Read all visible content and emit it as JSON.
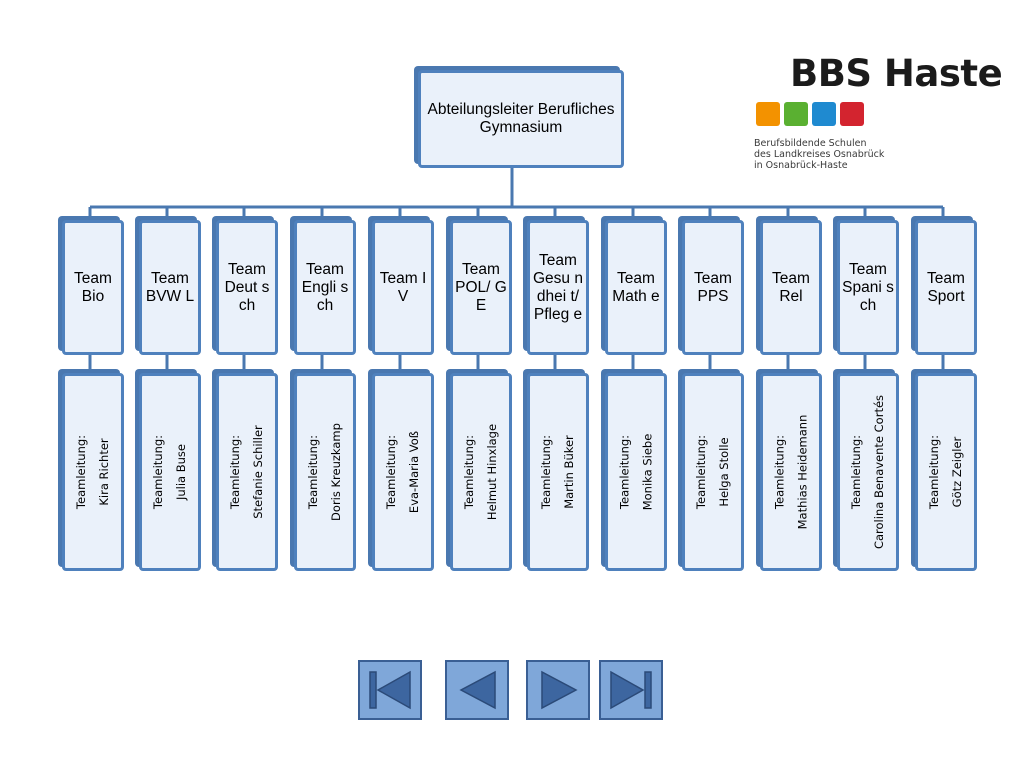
{
  "brand": {
    "name": "BBS Haste",
    "subtitle_lines": [
      "Berufsbildende Schulen",
      "des Landkreises Osnabrück",
      "in Osnabrück-Haste"
    ],
    "square_colors": [
      "#f39200",
      "#5ab031",
      "#1f8ad0",
      "#d3242f"
    ]
  },
  "root": {
    "label": "Abteilungsleiter Berufliches Gymnasium"
  },
  "teams": [
    {
      "name": "Team Bio",
      "lead_label": "Teamleitung:",
      "lead_name": "Kira Richter"
    },
    {
      "name": "Team BVW L",
      "lead_label": "Teamleitung:",
      "lead_name": "Julia Buse"
    },
    {
      "name": "Team Deut sch",
      "lead_label": "Teamleitung:",
      "lead_name": "Stefanie Schiller"
    },
    {
      "name": "Team Engli sch",
      "lead_label": "Teamleitung:",
      "lead_name": "Doris Kreuzkamp"
    },
    {
      "name": "Team IV",
      "lead_label": "Teamleitung:",
      "lead_name": "Eva-Maria Voß"
    },
    {
      "name": "Team POL/ GE",
      "lead_label": "Teamleitung:",
      "lead_name": "Helmut Hinxlage"
    },
    {
      "name": "Team Gesu ndhei t/ Pfleg e",
      "lead_label": "Teamleitung:",
      "lead_name": "Martin Büker"
    },
    {
      "name": "Team Math e",
      "lead_label": "Teamleitung:",
      "lead_name": "Monika Siebe"
    },
    {
      "name": "Team PPS",
      "lead_label": "Teamleitung:",
      "lead_name": "Helga Stolle"
    },
    {
      "name": "Team Rel",
      "lead_label": "Teamleitung:",
      "lead_name": "Mathias Heidemann"
    },
    {
      "name": "Team Spani sch",
      "lead_label": "Teamleitung:",
      "lead_name": "Carolina Benavente Cortés"
    },
    {
      "name": "Team Sport",
      "lead_label": "Teamleitung:",
      "lead_name": "Götz Zeigler"
    }
  ],
  "colors": {
    "box_border": "#4f81bd",
    "box_fill": "#eaf1fa",
    "nav_fill": "#7fa7d9",
    "nav_border": "#3a5f94",
    "nav_icon": "#3d66a0"
  },
  "nav": [
    {
      "icon": "first-page-icon"
    },
    {
      "icon": "previous-icon"
    },
    {
      "icon": "next-icon"
    },
    {
      "icon": "last-page-icon"
    }
  ]
}
